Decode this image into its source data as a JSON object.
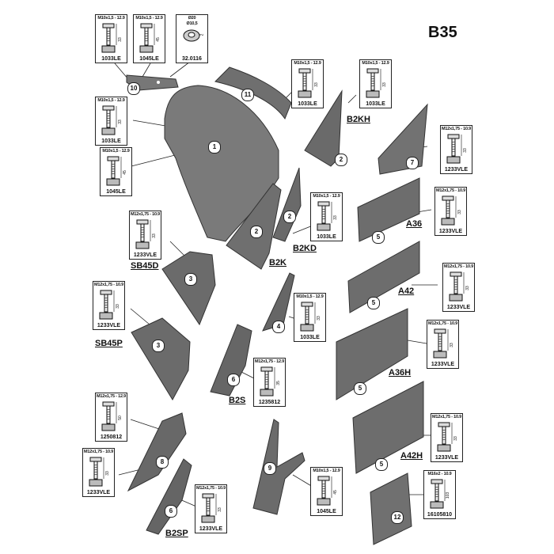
{
  "title": "B35",
  "washer": {
    "outer": "Ø20",
    "inner": "Ø10,5",
    "thickness": "2",
    "code": "32.0116"
  },
  "bolts": [
    {
      "id": "b1",
      "spec": "M10x1,5 - 12.9",
      "len": "33",
      "code": "1033LE"
    },
    {
      "id": "b2",
      "spec": "M10x1,5 - 12.9",
      "len": "45",
      "code": "1045LE"
    },
    {
      "id": "b3",
      "spec": "M10x1,5 - 12.9",
      "len": "33",
      "code": "1033LE"
    },
    {
      "id": "b4",
      "spec": "M10x1,5 - 12.9",
      "len": "33",
      "code": "1033LE"
    },
    {
      "id": "b5",
      "spec": "M10x1,5 - 12.9",
      "len": "33",
      "code": "1033LE"
    },
    {
      "id": "b6",
      "spec": "M10x1,5 - 12.9",
      "len": "45",
      "code": "1045LE"
    },
    {
      "id": "b7",
      "spec": "M12x1,75 - 10.9",
      "len": "33",
      "code": "1233VLE"
    },
    {
      "id": "b8",
      "spec": "M10x1,5 - 12.9",
      "len": "33",
      "code": "1033LE"
    },
    {
      "id": "b9",
      "spec": "M12x1,75 - 10.9",
      "len": "33",
      "code": "1233VLE"
    },
    {
      "id": "b10",
      "spec": "M12x1,75 - 10.9",
      "len": "33",
      "code": "1233VLE"
    },
    {
      "id": "b11",
      "spec": "M12x1,75 - 10.9",
      "len": "33",
      "code": "1233VLE"
    },
    {
      "id": "b12",
      "spec": "M12x1,75 - 10.9",
      "len": "33",
      "code": "1233VLE"
    },
    {
      "id": "b13",
      "spec": "M10x1,5 - 12.9",
      "len": "33",
      "code": "1033LE"
    },
    {
      "id": "b14",
      "spec": "M12x1,75 - 10.9",
      "len": "33",
      "code": "1233VLE"
    },
    {
      "id": "b15",
      "spec": "M12x1,75 - 12.9",
      "len": "35",
      "code": "1235812"
    },
    {
      "id": "b16",
      "spec": "M12x1,75 - 12.9",
      "len": "50",
      "code": "1250812"
    },
    {
      "id": "b17",
      "spec": "M12x1,75 - 10.9",
      "len": "33",
      "code": "1233VLE"
    },
    {
      "id": "b18",
      "spec": "M12x1,75 - 10.9",
      "len": "33",
      "code": "1233VLE"
    },
    {
      "id": "b19",
      "spec": "M10x1,5 - 12.9",
      "len": "45",
      "code": "1045LE"
    },
    {
      "id": "b20",
      "spec": "M16x2 - 10.9",
      "len": "103",
      "code": "16105810"
    },
    {
      "id": "b21",
      "spec": "M12x1,75 - 10.9",
      "len": "33",
      "code": "1233VLE"
    }
  ],
  "labels": {
    "B2KH": "B2KH",
    "B2KD": "B2KD",
    "B2K": "B2K",
    "SB45D": "SB45D",
    "SB45P": "SB45P",
    "A36": "A36",
    "A42": "A42",
    "A36H": "A36H",
    "A42H": "A42H",
    "B2S": "B2S",
    "B2SP": "B2SP"
  },
  "part_numbers": {
    "p10": "10",
    "p11": "11",
    "p1": "1",
    "p2a": "2",
    "p2b": "2",
    "p2c": "2",
    "p7": "7",
    "p5a": "5",
    "p5b": "5",
    "p5c": "5",
    "p5d": "5",
    "p3a": "3",
    "p3b": "3",
    "p4": "4",
    "p6a": "6",
    "p6b": "6",
    "p8": "8",
    "p9": "9",
    "p12": "12"
  }
}
